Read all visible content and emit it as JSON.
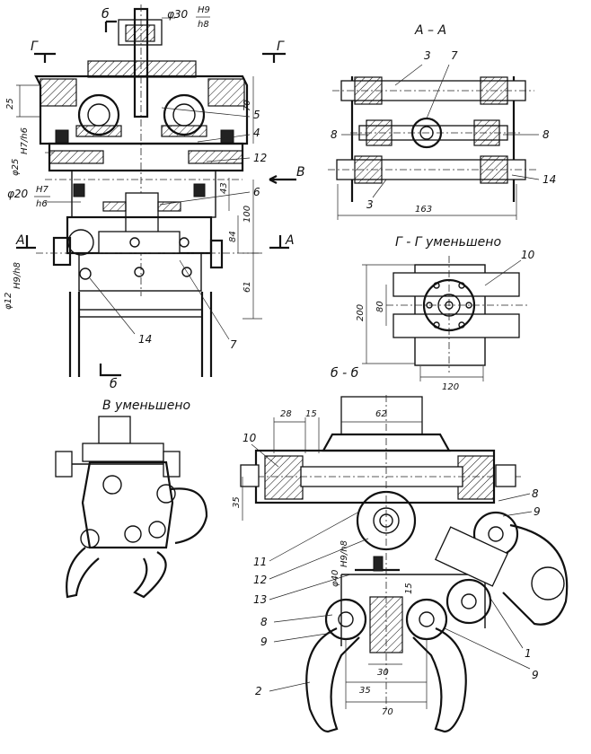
{
  "section_labels": {
    "aa": "А – А",
    "gg": "Г - Г  уменьшено",
    "bb": "б - б",
    "v": "В уменьшено"
  },
  "cut_marks": {
    "b_top": "б",
    "b_bottom": "б",
    "g_left": "Г",
    "g_right": "Г",
    "a_left": "А",
    "a_right": "А",
    "v_arrow": "В"
  },
  "dimensions": {
    "main": {
      "d30": "φ30",
      "d30_fit_top": "H9",
      "d30_fit_bot": "h8",
      "d25": "φ25",
      "d25_fit": "H7/h6",
      "d20": "φ20",
      "d20_fit_top": "H7",
      "d20_fit_bot": "h6",
      "d12": "φ12",
      "d12_fit": "H9/h8",
      "v25": "25",
      "v70": "70",
      "v43": "43",
      "v100": "100",
      "v84": "84",
      "v61": "61"
    },
    "aa": {
      "w163": "163"
    },
    "gg": {
      "h200": "200",
      "h80": "80",
      "w120": "120"
    },
    "bb": {
      "d28": "28",
      "d15": "15",
      "d62": "62",
      "d35": "35",
      "d40": "φ40",
      "d40_fit": "H9/h8",
      "d15b": "15",
      "d30": "30",
      "d35b": "35",
      "d70": "70"
    }
  },
  "leaders": {
    "main": {
      "l5": "5",
      "l4": "4",
      "l12": "12",
      "l6": "6",
      "l7": "7",
      "l14": "14"
    },
    "aa": {
      "l3a": "3",
      "l7": "7",
      "l8l": "8",
      "l8r": "8",
      "l3b": "3",
      "l14": "14"
    },
    "gg": {
      "l10": "10"
    },
    "bb": {
      "l10": "10",
      "l8r": "8",
      "l9r": "9",
      "l11": "11",
      "l12": "12",
      "l13": "13",
      "l8l": "8",
      "l9l": "9",
      "l2": "2",
      "l1": "1",
      "l9b": "9"
    }
  }
}
